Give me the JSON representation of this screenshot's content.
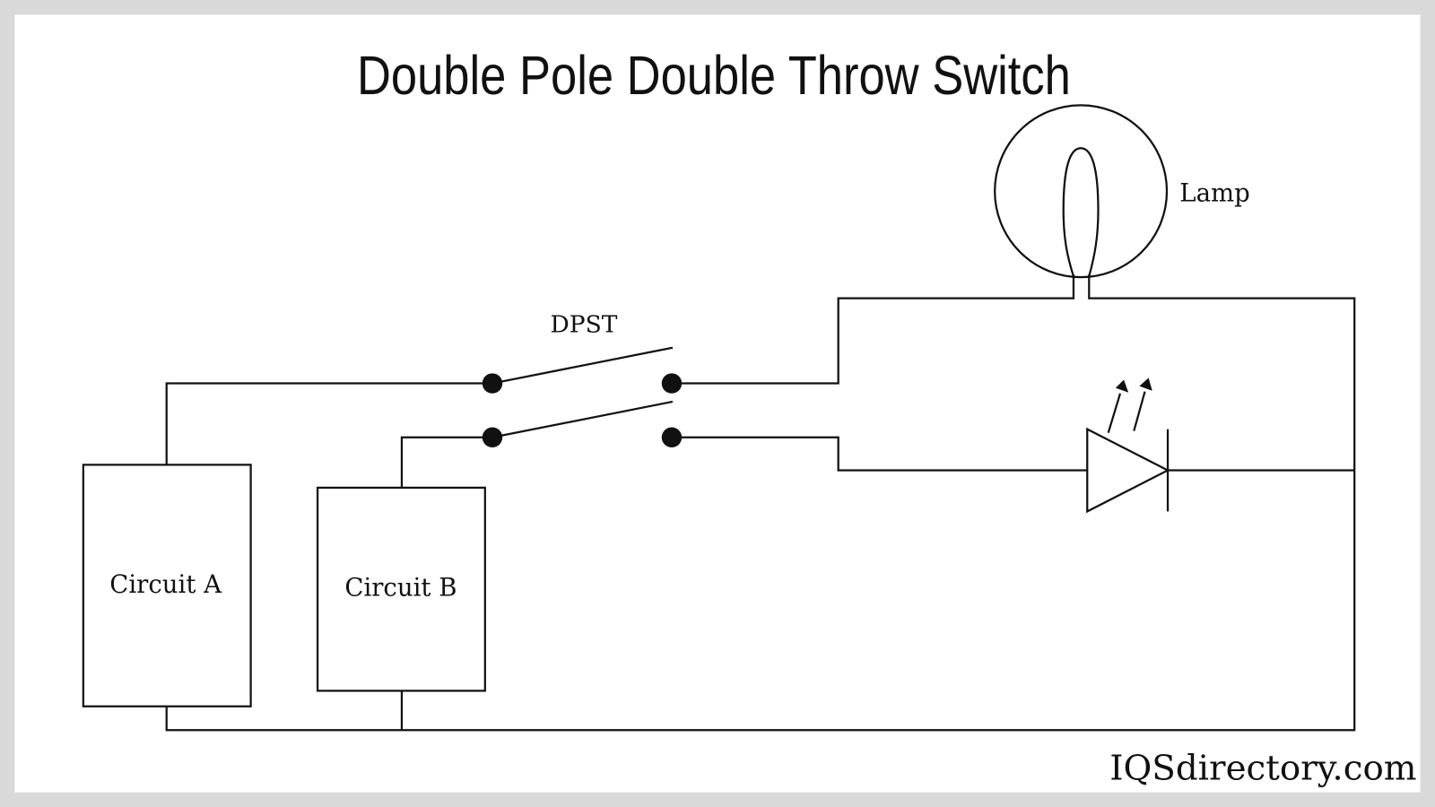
{
  "title": "Double Pole Double Throw Switch",
  "labels": {
    "lamp": "Lamp",
    "switch": "DPST",
    "circuit_a": "Circuit A",
    "circuit_b": "Circuit B"
  },
  "watermark": "IQSdirectory.com",
  "colors": {
    "background": "#ffffff",
    "border": "#d9d9d9",
    "line": "#111111"
  }
}
